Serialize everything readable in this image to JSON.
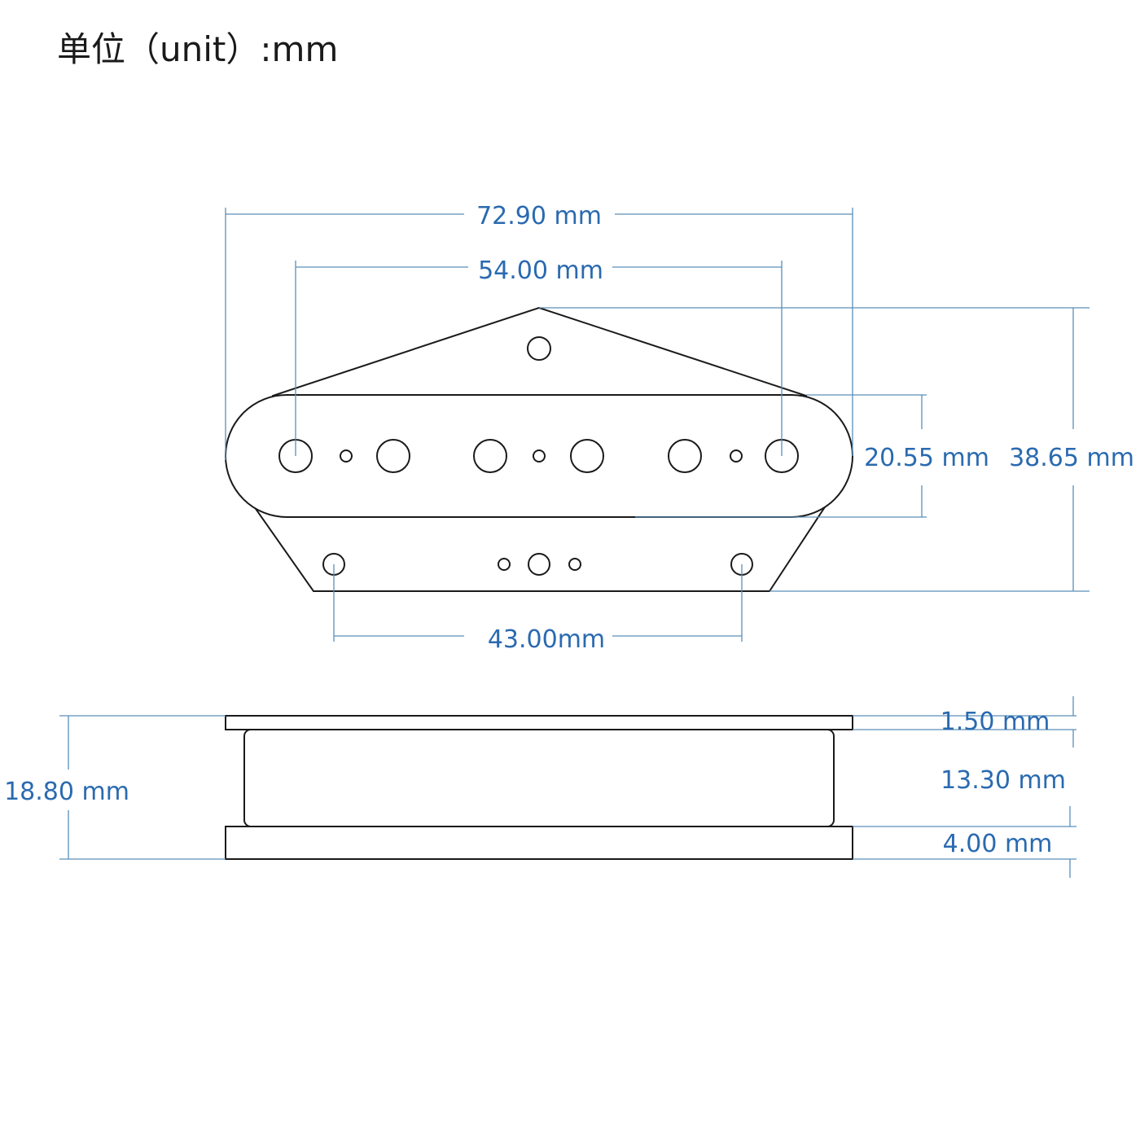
{
  "title": "单位（unit）:mm",
  "top_view": {
    "overall_width": "72.90 mm",
    "pole_span": "54.00 mm",
    "body_height": "20.55 mm",
    "overall_height": "38.65 mm",
    "mount_span": "43.00mm"
  },
  "side_view": {
    "total_height": "18.80 mm",
    "top_plate": "1.50 mm",
    "bobbin_height": "13.30 mm",
    "base_plate": "4.00 mm"
  },
  "colors": {
    "outline": "#1a1a1a",
    "dimension_line": "#5b8fb9",
    "dimension_text": "#2a6ab0"
  }
}
